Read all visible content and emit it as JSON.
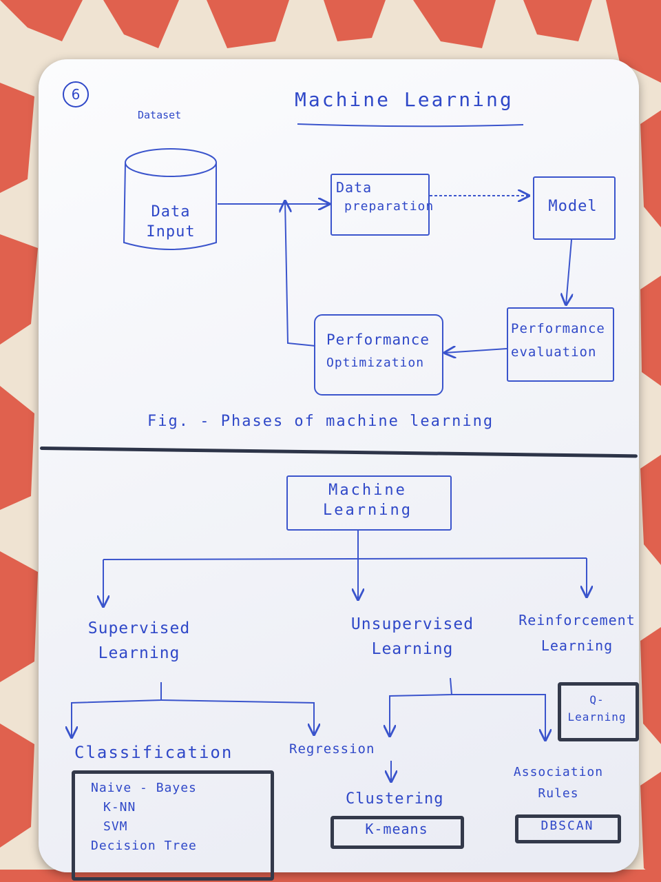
{
  "page": {
    "number": "6",
    "title": "Machine Learning",
    "dataset_label": "Dataset"
  },
  "phases": {
    "data_input": [
      "Data",
      "Input"
    ],
    "data_preparation": [
      "Data",
      "preparation"
    ],
    "model": "Model",
    "performance_evaluation": [
      "Performance",
      "evaluation"
    ],
    "performance_optimization": [
      "Performance",
      "Optimization"
    ],
    "caption": "Fig. - Phases of machine learning"
  },
  "taxonomy": {
    "root": [
      "Machine",
      "Learning"
    ],
    "supervised": [
      "Supervised",
      "Learning"
    ],
    "unsupervised": [
      "Unsupervised",
      "Learning"
    ],
    "reinforcement": [
      "Reinforcement",
      "Learning"
    ],
    "q_learning": [
      "Q-",
      "Learning"
    ],
    "classification": "Classification",
    "regression": "Regression",
    "classification_algorithms": [
      "Naive - Bayes",
      "K-NN",
      "SVM",
      "Decision Tree"
    ],
    "clustering": "Clustering",
    "clustering_algorithm": "K-means",
    "association": [
      "Association",
      "Rules"
    ],
    "association_algorithm": "DBSCAN"
  },
  "colors": {
    "ink_blue": "#2f48c8",
    "marker_dark": "#33394a",
    "paper": "#f6f7fb",
    "cloth_red": "#e0614e",
    "cloth_cream": "#efe3d2"
  }
}
